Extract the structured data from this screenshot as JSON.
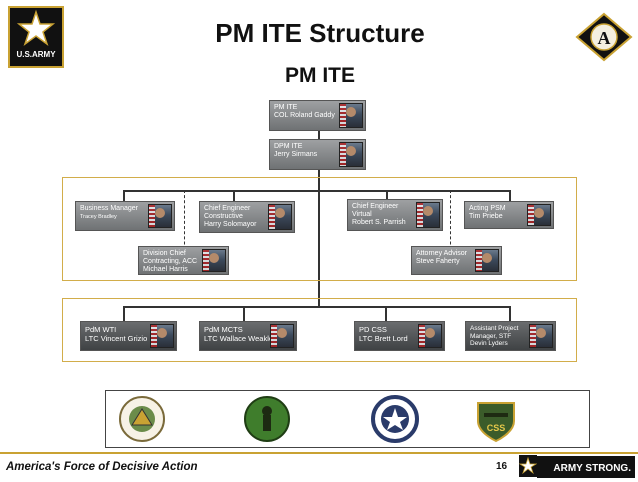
{
  "header": {
    "title": "PM ITE Structure",
    "subtitle": "PM ITE",
    "army_logo_text": "U.S.ARMY"
  },
  "org": {
    "pm": {
      "line1": "PM ITE",
      "line2": "COL Roland Gaddy"
    },
    "dpm": {
      "line1": "DPM ITE",
      "line2": "Jerry Sirmans"
    },
    "business_manager": {
      "line1": "Business Manager",
      "line2": "Tracey Bradley"
    },
    "chief_engineer_constructive": {
      "line1": "Chief Engineer",
      "line2": "Constructive",
      "line3": "Harry Solomayor"
    },
    "chief_engineer_virtual": {
      "line1": "Chief Engineer",
      "line2": "Virtual",
      "line3": "Robert S. Parrish"
    },
    "acting_psm": {
      "line1": "Acting PSM",
      "line2": "Tim Priebe"
    },
    "division_chief": {
      "line1": "Division Chief",
      "line2": "Contracting, ACC",
      "line3": "Michael Harris"
    },
    "attorney_advisor": {
      "line1": "Attorney Advisor",
      "line2": "Steve Faherty"
    },
    "pdm_wti": {
      "line1": "PdM  WTI",
      "line2": "LTC Vincent Grizio"
    },
    "pdm_mcts": {
      "line1": "PdM MCTS",
      "line2": "LTC Wallace Weakley"
    },
    "pd_css": {
      "line1": "PD CSS",
      "line2": "LTC Brett Lord"
    },
    "assistant_pm": {
      "line1": "Assistant Project",
      "line2": "Manager, STF",
      "line3": "Devin Lyders"
    }
  },
  "footer": {
    "slogan": "America's Force of Decisive Action",
    "page_number": "16",
    "army_strong": "ARMY STRONG."
  },
  "colors": {
    "gold": "#c9a233",
    "box_gray": "#8a8c8e",
    "box_dark": "#55585a"
  }
}
